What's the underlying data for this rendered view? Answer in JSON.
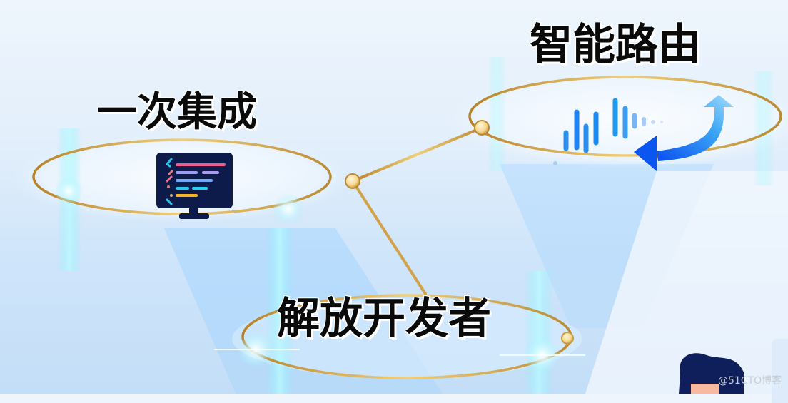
{
  "nodes": [
    {
      "id": "integrate",
      "label": "一次集成",
      "icon": "code-monitor-icon"
    },
    {
      "id": "routing",
      "label": "智能路由",
      "icon": "audio-wave-route-icon"
    },
    {
      "id": "liberate",
      "label": "解放开发者",
      "icon": "none"
    }
  ],
  "watermark": "@51CTO博客",
  "colors": {
    "background_top": "#eef5fc",
    "background_bottom": "#c3def8",
    "ring_gold": "#c9983c",
    "joint_fill": "#fbe3a6",
    "text": "#0a0a0a",
    "monitor": "#0d1b4a",
    "wave_blue": "#1e8ef0",
    "arrow_blue": "#0a5ff0",
    "hair": "#0f1f5c",
    "skin": "#f7b9a0"
  }
}
